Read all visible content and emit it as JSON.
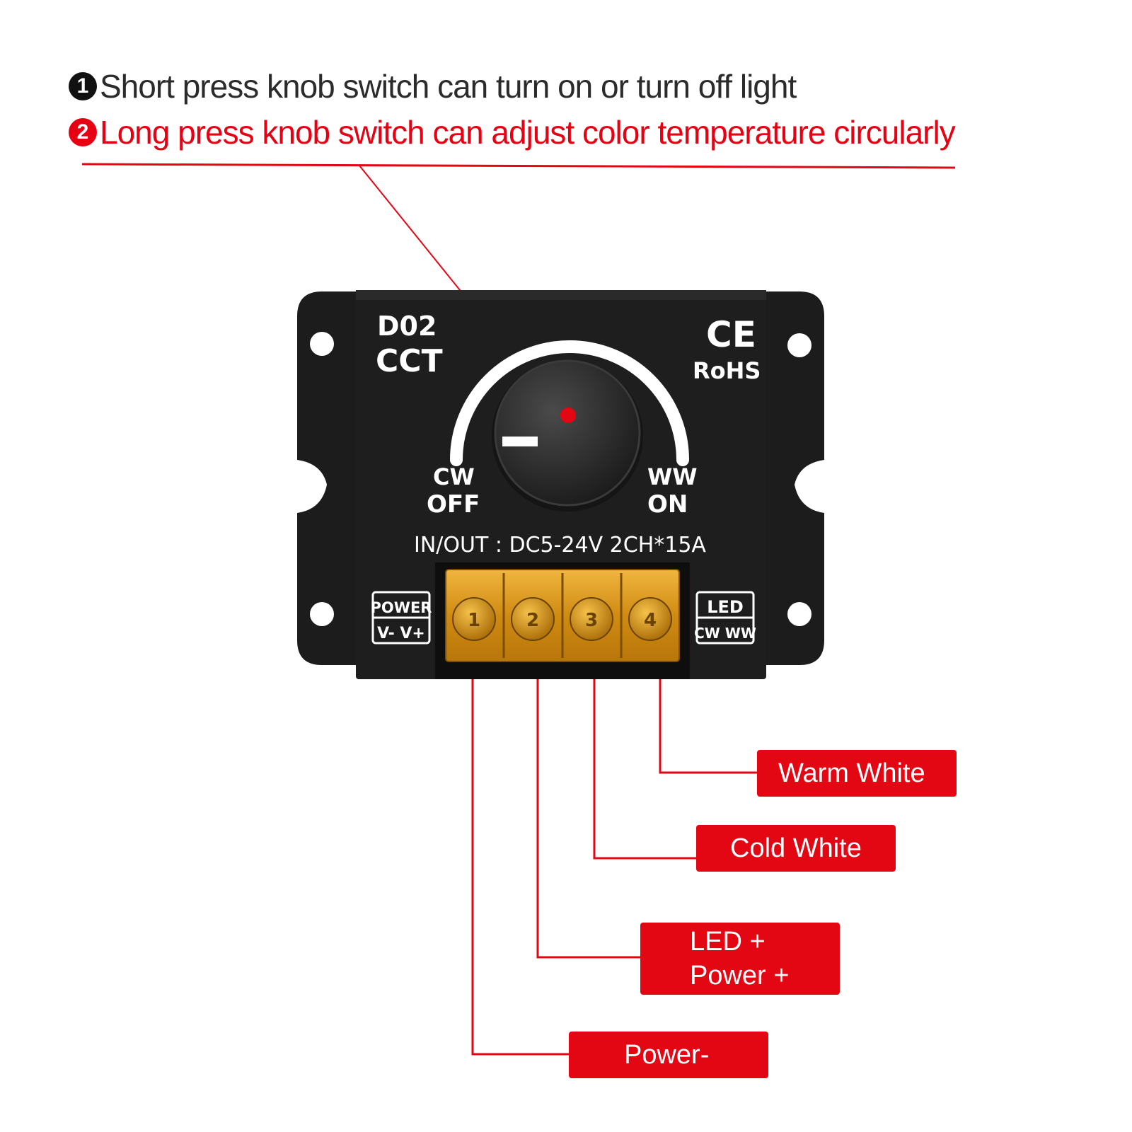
{
  "instructions": [
    {
      "number": "1",
      "text": "Short press knob switch can turn on or turn off light"
    },
    {
      "number": "2",
      "text": "Long press knob switch can adjust color temperature circularly"
    }
  ],
  "device": {
    "model": "D02",
    "type": "CCT",
    "ce_mark": "CE",
    "rohs": "RoHS",
    "left_top": "CW",
    "left_bottom": "OFF",
    "right_top": "WW",
    "right_bottom": "ON",
    "rating": "IN/OUT : DC5-24V 2CH*15A",
    "power_box_title": "POWER",
    "power_box_pins": "V-  V+",
    "led_box_title": "LED",
    "led_box_pins": "CW WW",
    "terminal_numbers": [
      "1",
      "2",
      "3",
      "4"
    ]
  },
  "wire_labels": {
    "warm_white": "Warm White",
    "cold_white": "Cold White",
    "led_power_plus_line1": "LED +",
    "led_power_plus_line2": "Power +",
    "power_minus": "Power-"
  },
  "colors": {
    "accent_red": "#e30613",
    "device_body": "#1e1e1e",
    "terminal_amber": "#d99a1a"
  }
}
